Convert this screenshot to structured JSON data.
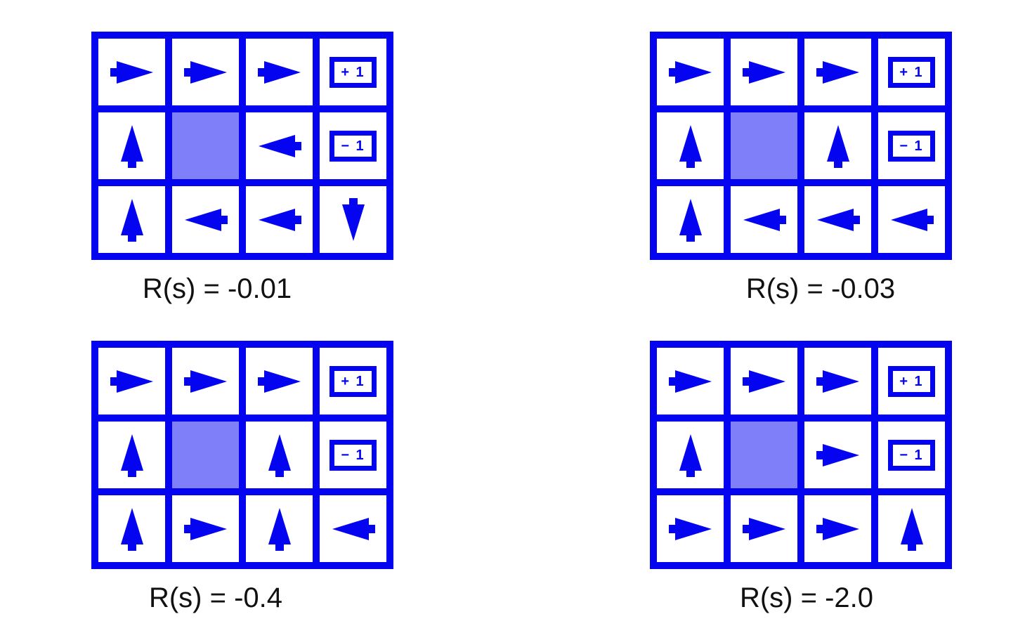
{
  "figure": {
    "type": "gridworld-policies",
    "rows": 3,
    "cols": 4,
    "colors": {
      "blue": "#0404f0",
      "blocked_fill": "#7f7ffa",
      "cell_bg": "#ffffff",
      "label_text": "#111111",
      "page_bg": "#ffffff"
    },
    "terminal_labels": {
      "positive": "+ 1",
      "negative": "− 1"
    },
    "grids": [
      {
        "id": "grid-1",
        "label": "R(s) = -0.01",
        "reward": -0.01,
        "cells": [
          [
            "right",
            "right",
            "right",
            "+1"
          ],
          [
            "up",
            "blocked",
            "left",
            "-1"
          ],
          [
            "up",
            "left",
            "left",
            "down"
          ]
        ]
      },
      {
        "id": "grid-2",
        "label": "R(s) = -0.03",
        "reward": -0.03,
        "cells": [
          [
            "right",
            "right",
            "right",
            "+1"
          ],
          [
            "up",
            "blocked",
            "up",
            "-1"
          ],
          [
            "up",
            "left",
            "left",
            "left"
          ]
        ]
      },
      {
        "id": "grid-3",
        "label": "R(s) = -0.4",
        "reward": -0.4,
        "cells": [
          [
            "right",
            "right",
            "right",
            "+1"
          ],
          [
            "up",
            "blocked",
            "up",
            "-1"
          ],
          [
            "up",
            "right",
            "up",
            "left"
          ]
        ]
      },
      {
        "id": "grid-4",
        "label": "R(s) = -2.0",
        "reward": -2.0,
        "cells": [
          [
            "right",
            "right",
            "right",
            "+1"
          ],
          [
            "up",
            "blocked",
            "right",
            "-1"
          ],
          [
            "right",
            "right",
            "right",
            "up"
          ]
        ]
      }
    ]
  }
}
